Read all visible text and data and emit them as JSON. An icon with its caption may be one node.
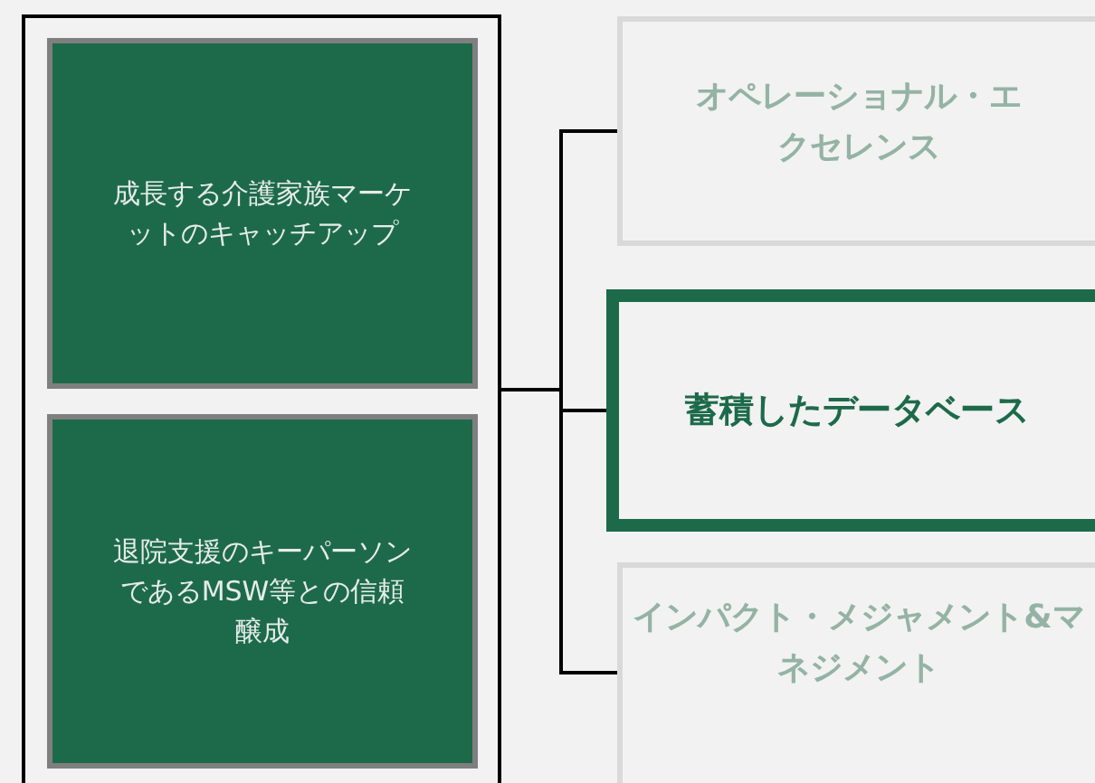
{
  "diagram": {
    "nodes": [
      {
        "text": [],
        "shape": "box"
      },
      {
        "text": [
          "成長する介護家族マーケットのキャッチアップ"
        ],
        "in": 0
      },
      {
        "text": [
          "退院支援のキーパーソンであるMSW等との信頼醸成"
        ],
        "in": 0
      },
      {
        "text": [
          "オペレーショナル・エクセレンス"
        ]
      },
      {
        "text": [
          "蓄積したデータベース"
        ]
      },
      {
        "text": [
          "インパクト・メジャメント&マネジメント"
        ]
      }
    ],
    "edges": [
      {
        "from": 0,
        "to": 3,
        "arrow": "none"
      },
      {
        "from": 0,
        "to": 4,
        "arrow": "none"
      },
      {
        "from": 0,
        "to": 5,
        "arrow": "none"
      }
    ]
  }
}
